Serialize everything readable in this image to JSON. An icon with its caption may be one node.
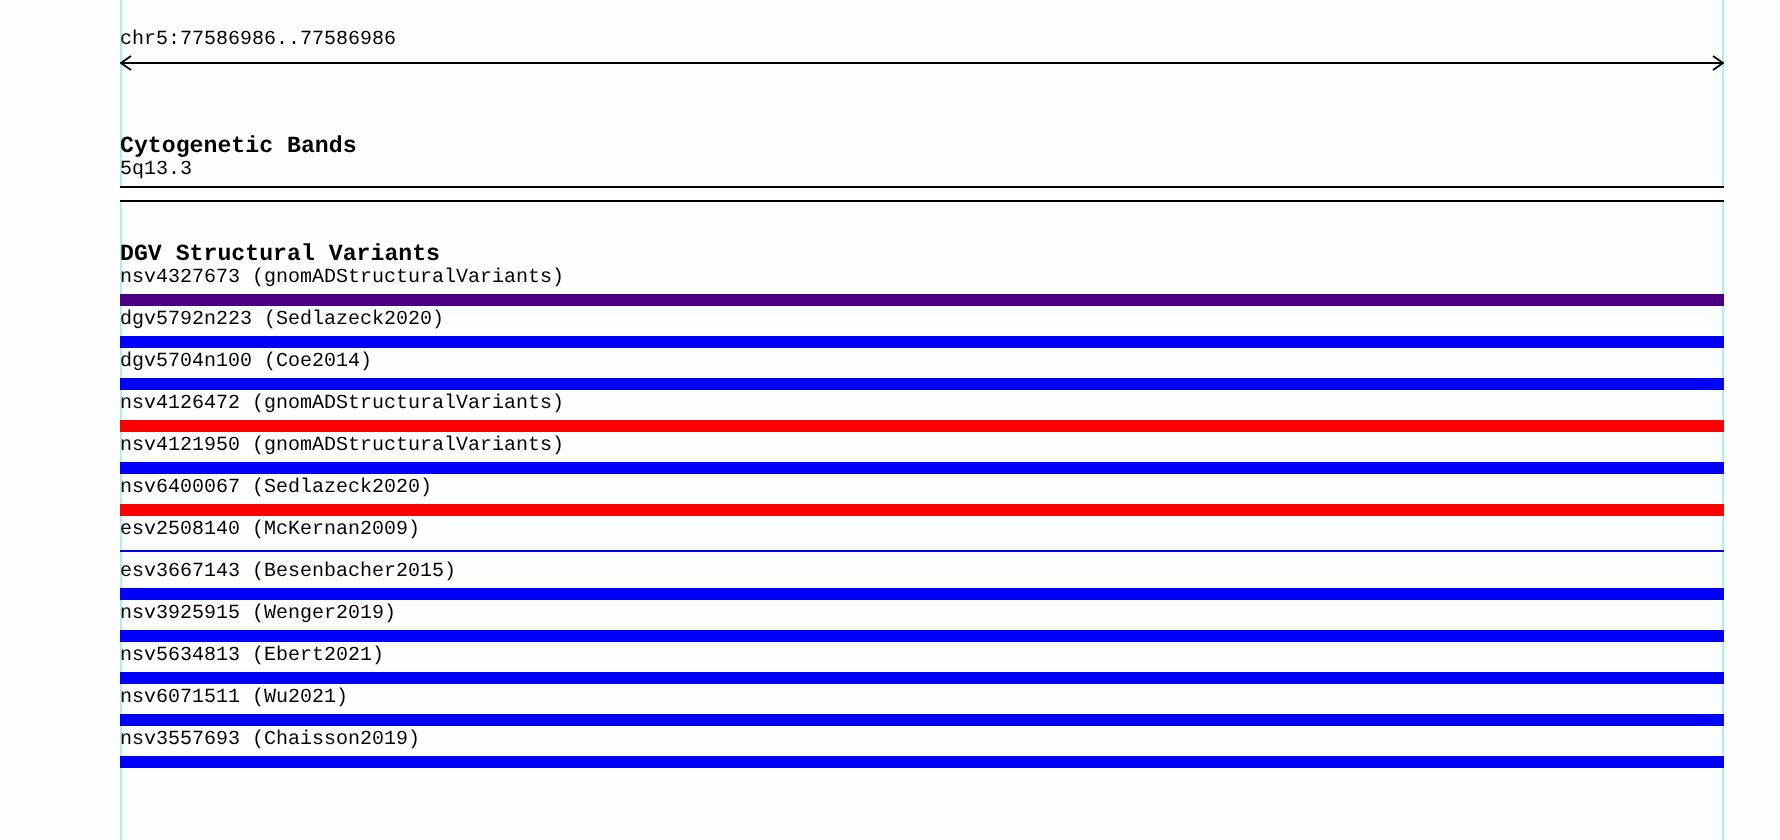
{
  "diagram": {
    "nodes": [
      {
        "text": [],
        "shape": "box",
        "beside": [
          "5q13.3"
        ]
      },
      {
        "text": [],
        "shape": "bar",
        "beside": [
          "nsv4327673 (gnomADStructuralVariants)"
        ]
      },
      {
        "text": [],
        "shape": "bar",
        "beside": [
          "dgv5792n223 (Sedlazeck2020)"
        ]
      },
      {
        "text": [],
        "shape": "bar",
        "beside": [
          "dgv5704n100 (Coe2014)"
        ]
      },
      {
        "text": [],
        "shape": "bar",
        "beside": [
          "nsv4126472 (gnomADStructuralVariants)"
        ]
      },
      {
        "text": [],
        "shape": "bar",
        "beside": [
          "nsv4121950 (gnomADStructuralVariants)"
        ]
      },
      {
        "text": [],
        "shape": "bar",
        "beside": [
          "nsv6400067 (Sedlazeck2020)"
        ]
      },
      {
        "text": [],
        "shape": "line",
        "beside": [
          "esv2508140 (McKernan2009)"
        ]
      },
      {
        "text": [],
        "shape": "bar",
        "beside": [
          "esv3667143 (Besenbacher2015)"
        ]
      },
      {
        "text": [],
        "shape": "bar",
        "beside": [
          "nsv3925915 (Wenger2019)"
        ]
      },
      {
        "text": [],
        "shape": "bar",
        "beside": [
          "nsv5634813 (Ebert2021)"
        ]
      },
      {
        "text": [],
        "shape": "bar",
        "beside": [
          "nsv6071511 (Wu2021)"
        ]
      },
      {
        "text": [],
        "shape": "bar",
        "beside": [
          "nsv3557693 (Chaisson2019)"
        ]
      }
    ],
    "edges": [],
    "labels": [
      "chr5:77586986..77586986",
      "Cytogenetic Bands",
      "DGV Structural Variants"
    ]
  }
}
